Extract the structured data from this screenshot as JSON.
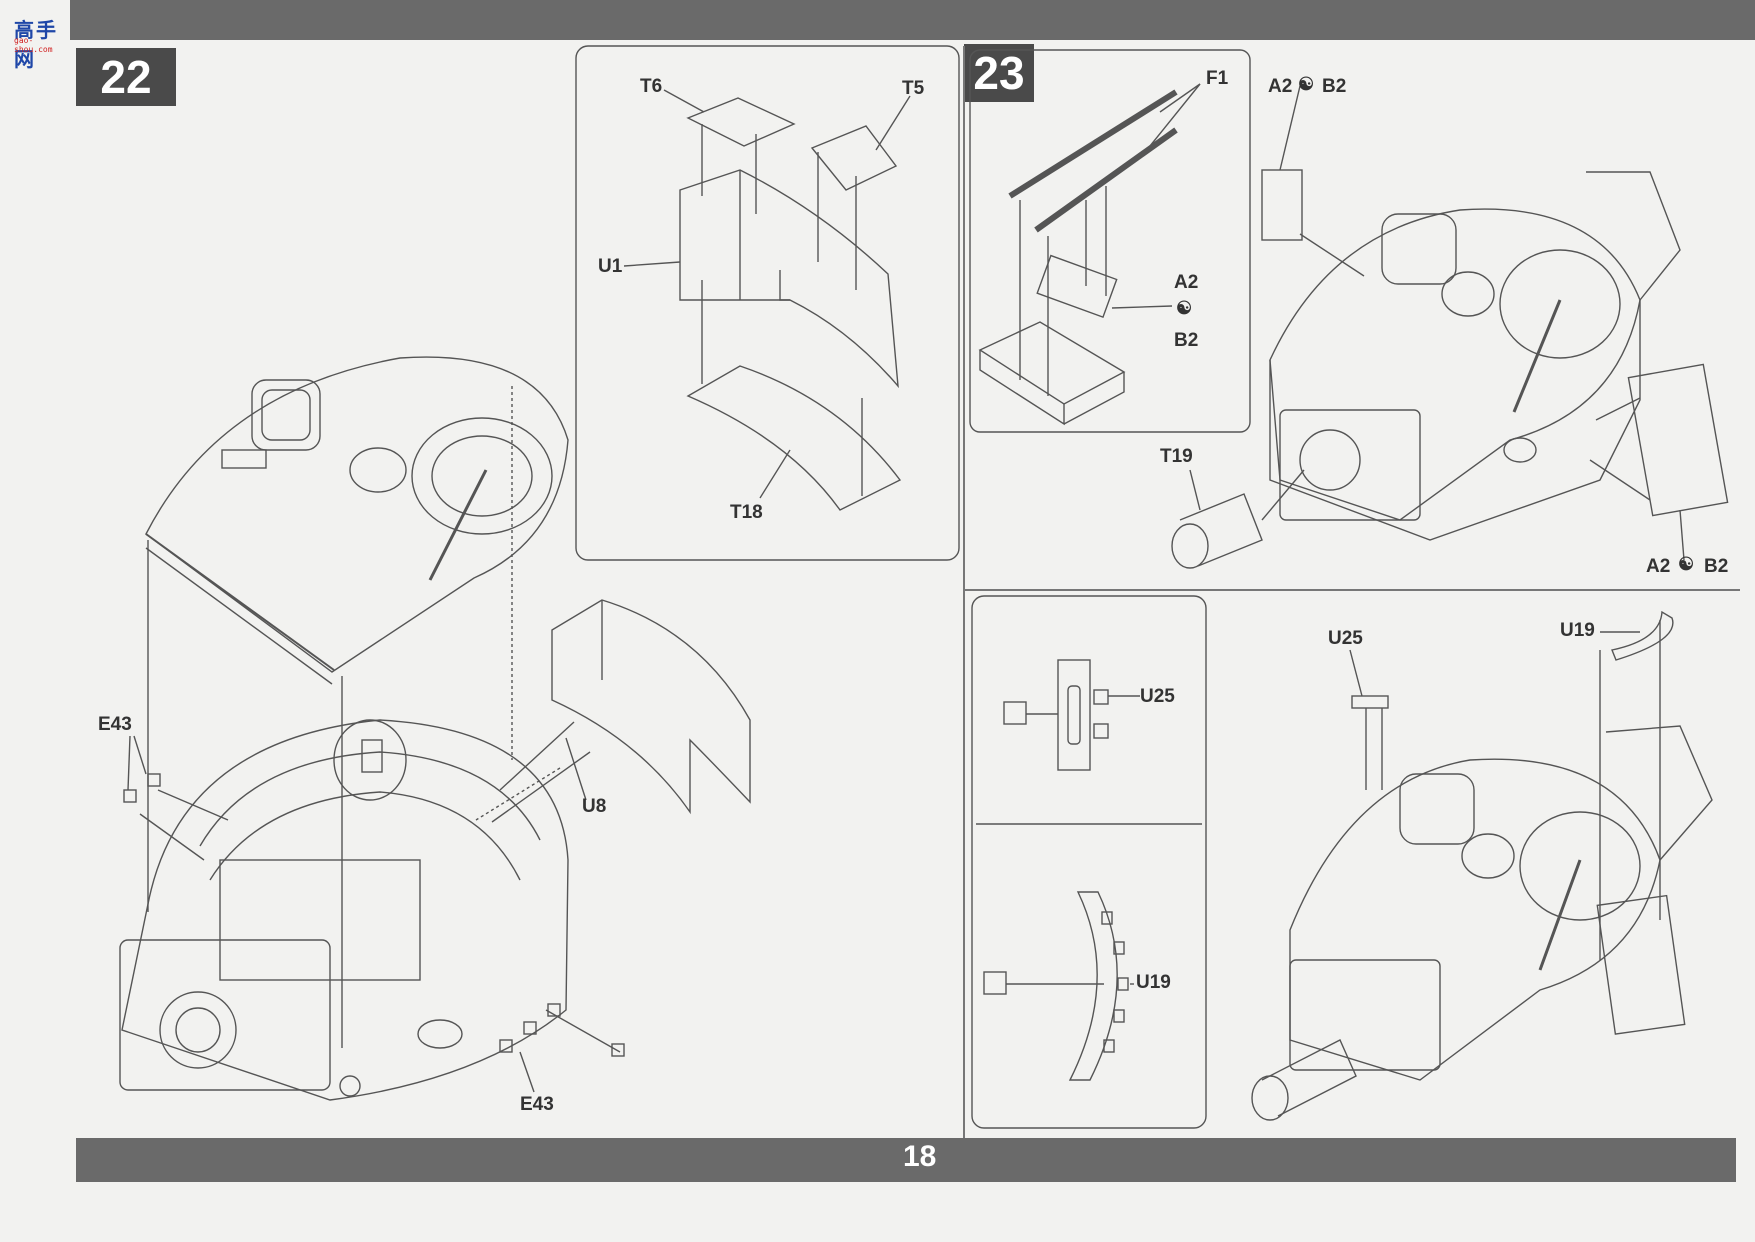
{
  "logo": {
    "text": "高手网",
    "sub": "gao-shou.com"
  },
  "steps": {
    "step22": "22",
    "step23": "23"
  },
  "page_number": "18",
  "labels": {
    "t6": "T6",
    "t5": "T5",
    "u1": "U1",
    "t18": "T18",
    "f1": "F1",
    "a2_top": "A2",
    "b2_top": "B2",
    "a2_mid": "A2",
    "b2_mid": "B2",
    "t19": "T19",
    "a2_bot": "A2",
    "b2_bot": "B2",
    "e43_left": "E43",
    "e43_bottom": "E43",
    "u8": "U8",
    "u25_detail": "U25",
    "u19_detail": "U19",
    "u25_main": "U25",
    "u19_main": "U19"
  },
  "colors": {
    "bar": "#6a6a6a",
    "badge": "#4a4a4a",
    "line": "#555555"
  }
}
